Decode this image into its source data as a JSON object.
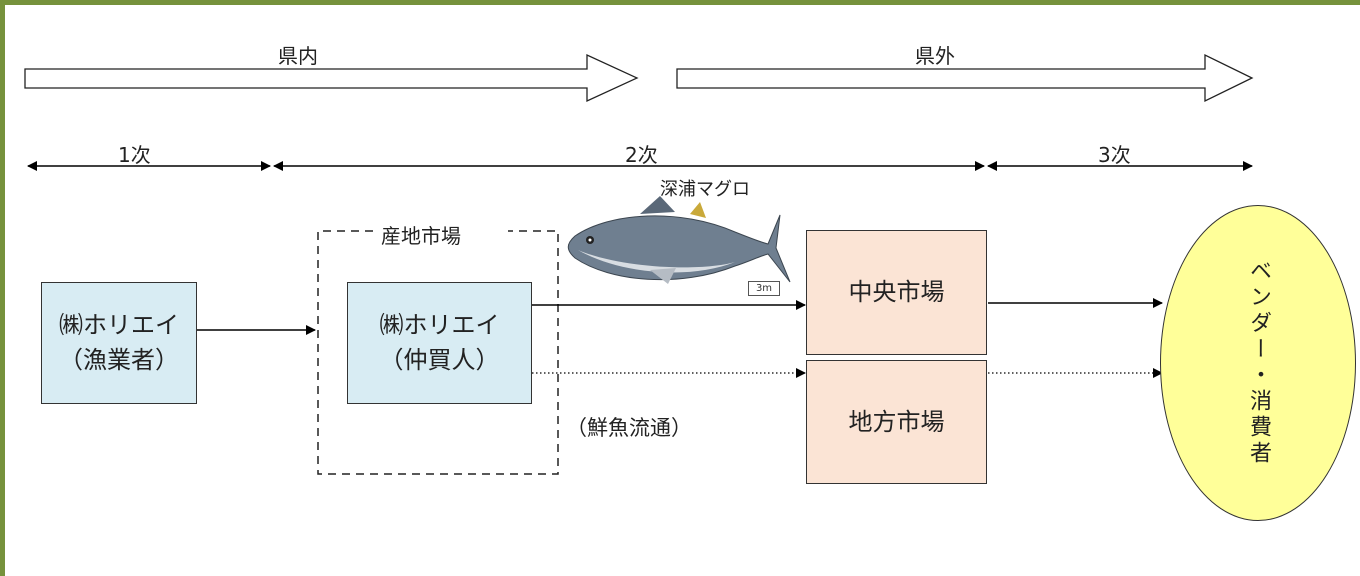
{
  "regions": {
    "inside": "県内",
    "outside": "県外"
  },
  "stages": {
    "primary": "1次",
    "secondary": "2次",
    "tertiary": "3次"
  },
  "fish": {
    "name": "深浦マグロ",
    "scale": "3m"
  },
  "market_area": {
    "title": "産地市場"
  },
  "nodes": {
    "fisher": {
      "line1": "㈱ホリエイ",
      "line2": "（漁業者）"
    },
    "broker": {
      "line1": "㈱ホリエイ",
      "line2": "（仲買人）"
    },
    "central": "中央市場",
    "local": "地方市場",
    "consumer": "ベンダー・消費者"
  },
  "fresh_label": "（鮮魚流通）",
  "colors": {
    "frame": "#76923c",
    "node_blue": "#d8ecf3",
    "node_peach": "#fbe4d5",
    "consumer": "#ffff99"
  }
}
